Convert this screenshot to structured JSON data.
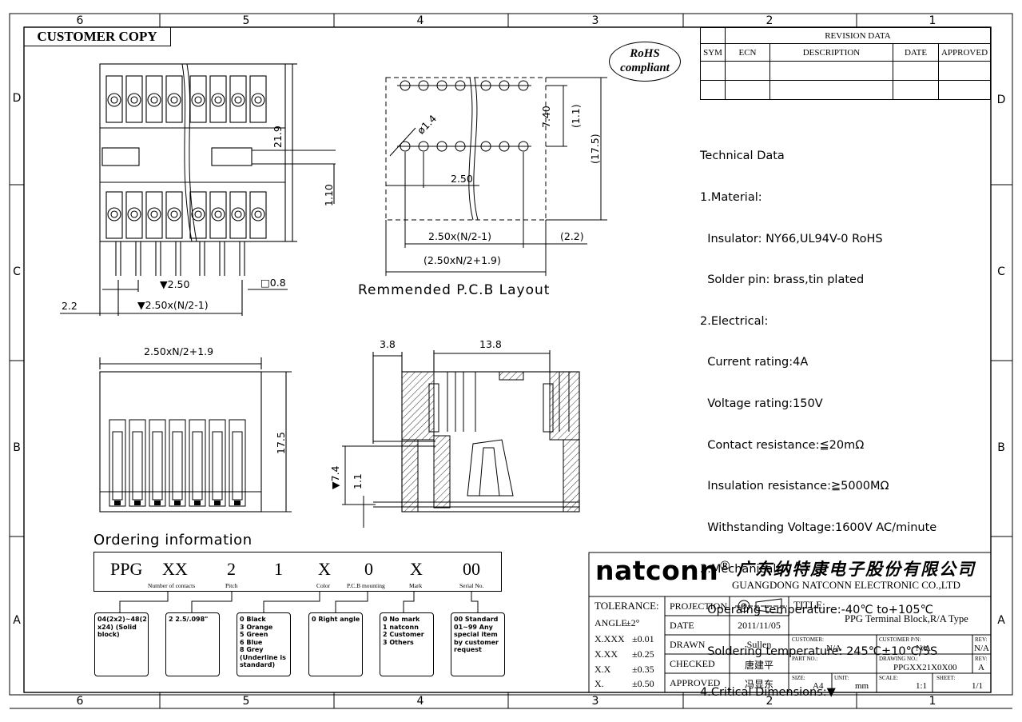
{
  "zones": {
    "columns": [
      "6",
      "5",
      "4",
      "3",
      "2",
      "1"
    ],
    "rows": [
      "D",
      "C",
      "B",
      "A"
    ]
  },
  "customer_copy": "CUSTOMER COPY",
  "rohs": {
    "line1": "RoHS",
    "line2": "compliant"
  },
  "revision": {
    "title": "REVISION DATA",
    "headers": [
      "SYM",
      "ECN",
      "DESCRIPTION",
      "DATE",
      "APPROVED"
    ]
  },
  "technical": {
    "lines": [
      "Technical Data",
      "1.Material:",
      "  Insulator: NY66,UL94V-0 RoHS",
      "  Solder pin: brass,tin plated",
      "2.Electrical:",
      "  Current rating:4A",
      "  Voltage rating:150V",
      "  Contact resistance:≦20mΩ",
      "  Insulation resistance:≧5000MΩ",
      "  Withstanding Voltage:1600V AC/minute",
      "3.Mechanical:",
      "  Operaing temperature:-40℃ to+105℃",
      "  Soldering temperature: 245℃±10℃/5S",
      "4.Critical Dimensions:▼"
    ]
  },
  "dimensions": {
    "front_height": "21.9",
    "front_pin": "1.10",
    "pitch_marked": "▼2.50",
    "pitch_total": "▼2.50x(N/2-1)",
    "left_offset": "2.2",
    "pin_square": "□0.8",
    "pcb_hole": "ø1.4",
    "pcb_740": "7.40",
    "pcb_11": "(1.1)",
    "pcb_175": "(17.5)",
    "pcb_250": "2.50",
    "pcb_250n": "2.50x(N/2-1)",
    "pcb_22": "(2.2)",
    "pcb_total": "(2.50xN/2+1.9)",
    "bottom_width": "2.50xN/2+1.9",
    "bottom_height": "17.5",
    "side_38": "3.8",
    "side_138": "13.8",
    "side_74": "▼7.4",
    "side_11": "1.1"
  },
  "pcb_caption": "Remmended P.C.B Layout",
  "ordering": {
    "title": "Ordering information",
    "codes": [
      "PPG",
      "XX",
      "2",
      "1",
      "X",
      "0",
      "X",
      "00"
    ],
    "sublabels": [
      "Number of contacts",
      "Pitch",
      "Color",
      "P.C.B mounting",
      "Mark",
      "Serial No."
    ],
    "options": [
      "04(2x2)~48(2\nx24) (Solid\nblock)",
      "2 2.5/.098\"",
      "0 Black\n3 Orange\n5 Green\n6 Blue\n8 Grey\n(Underline is\nstandard)",
      "0 Right angle",
      "0 No mark\n1 natconn\n2 Customer\n3 Others",
      "00 Standard\n01~99 Any\nspecial item\nby customer\nrequest"
    ]
  },
  "title_block": {
    "brand": "natconn",
    "reg": "®",
    "company_cn": "广东纳特康电子股份有限公司",
    "company_en": "GUANGDONG NATCONN ELECTRONIC CO.,LTD",
    "tolerance": "TOLERANCE:",
    "tol_rows": [
      {
        "k": "ANGLE",
        "v": "±2°"
      },
      {
        "k": "X.XXX",
        "v": "±0.01"
      },
      {
        "k": "X.XX",
        "v": "±0.25"
      },
      {
        "k": "X.X",
        "v": "±0.35"
      },
      {
        "k": "X.",
        "v": "±0.50"
      }
    ],
    "labels": [
      "PROJECTION",
      "DATE",
      "DRAWN",
      "CHECKED",
      "APPROVED"
    ],
    "values": [
      "",
      "2011/11/05",
      "Sullen",
      "唐建平",
      "冯显东"
    ],
    "title_label": "TITLE:",
    "title_value": "PPG  Terminal Block,R/A Type",
    "customer_label": "CUSTOMER:",
    "customer_value": "N/A",
    "customer_pn_label": "CUSTOMER P/N:",
    "customer_pn_value": "N/A",
    "rev_label": "REV:",
    "rev_value1": "N/A",
    "part_label": "PART NO.:",
    "drawing_label": "DRAWING NO.:",
    "drawing_value": "PPGXX21X0X00",
    "rev_value2": "A",
    "size_label": "SIZE:",
    "size_value": "A4",
    "unit_label": "UNIT:",
    "unit_value": "mm",
    "scale_label": "SCALE:",
    "scale_value": "1:1",
    "sheet_label": "SHEET:",
    "sheet_value": "1/1"
  }
}
